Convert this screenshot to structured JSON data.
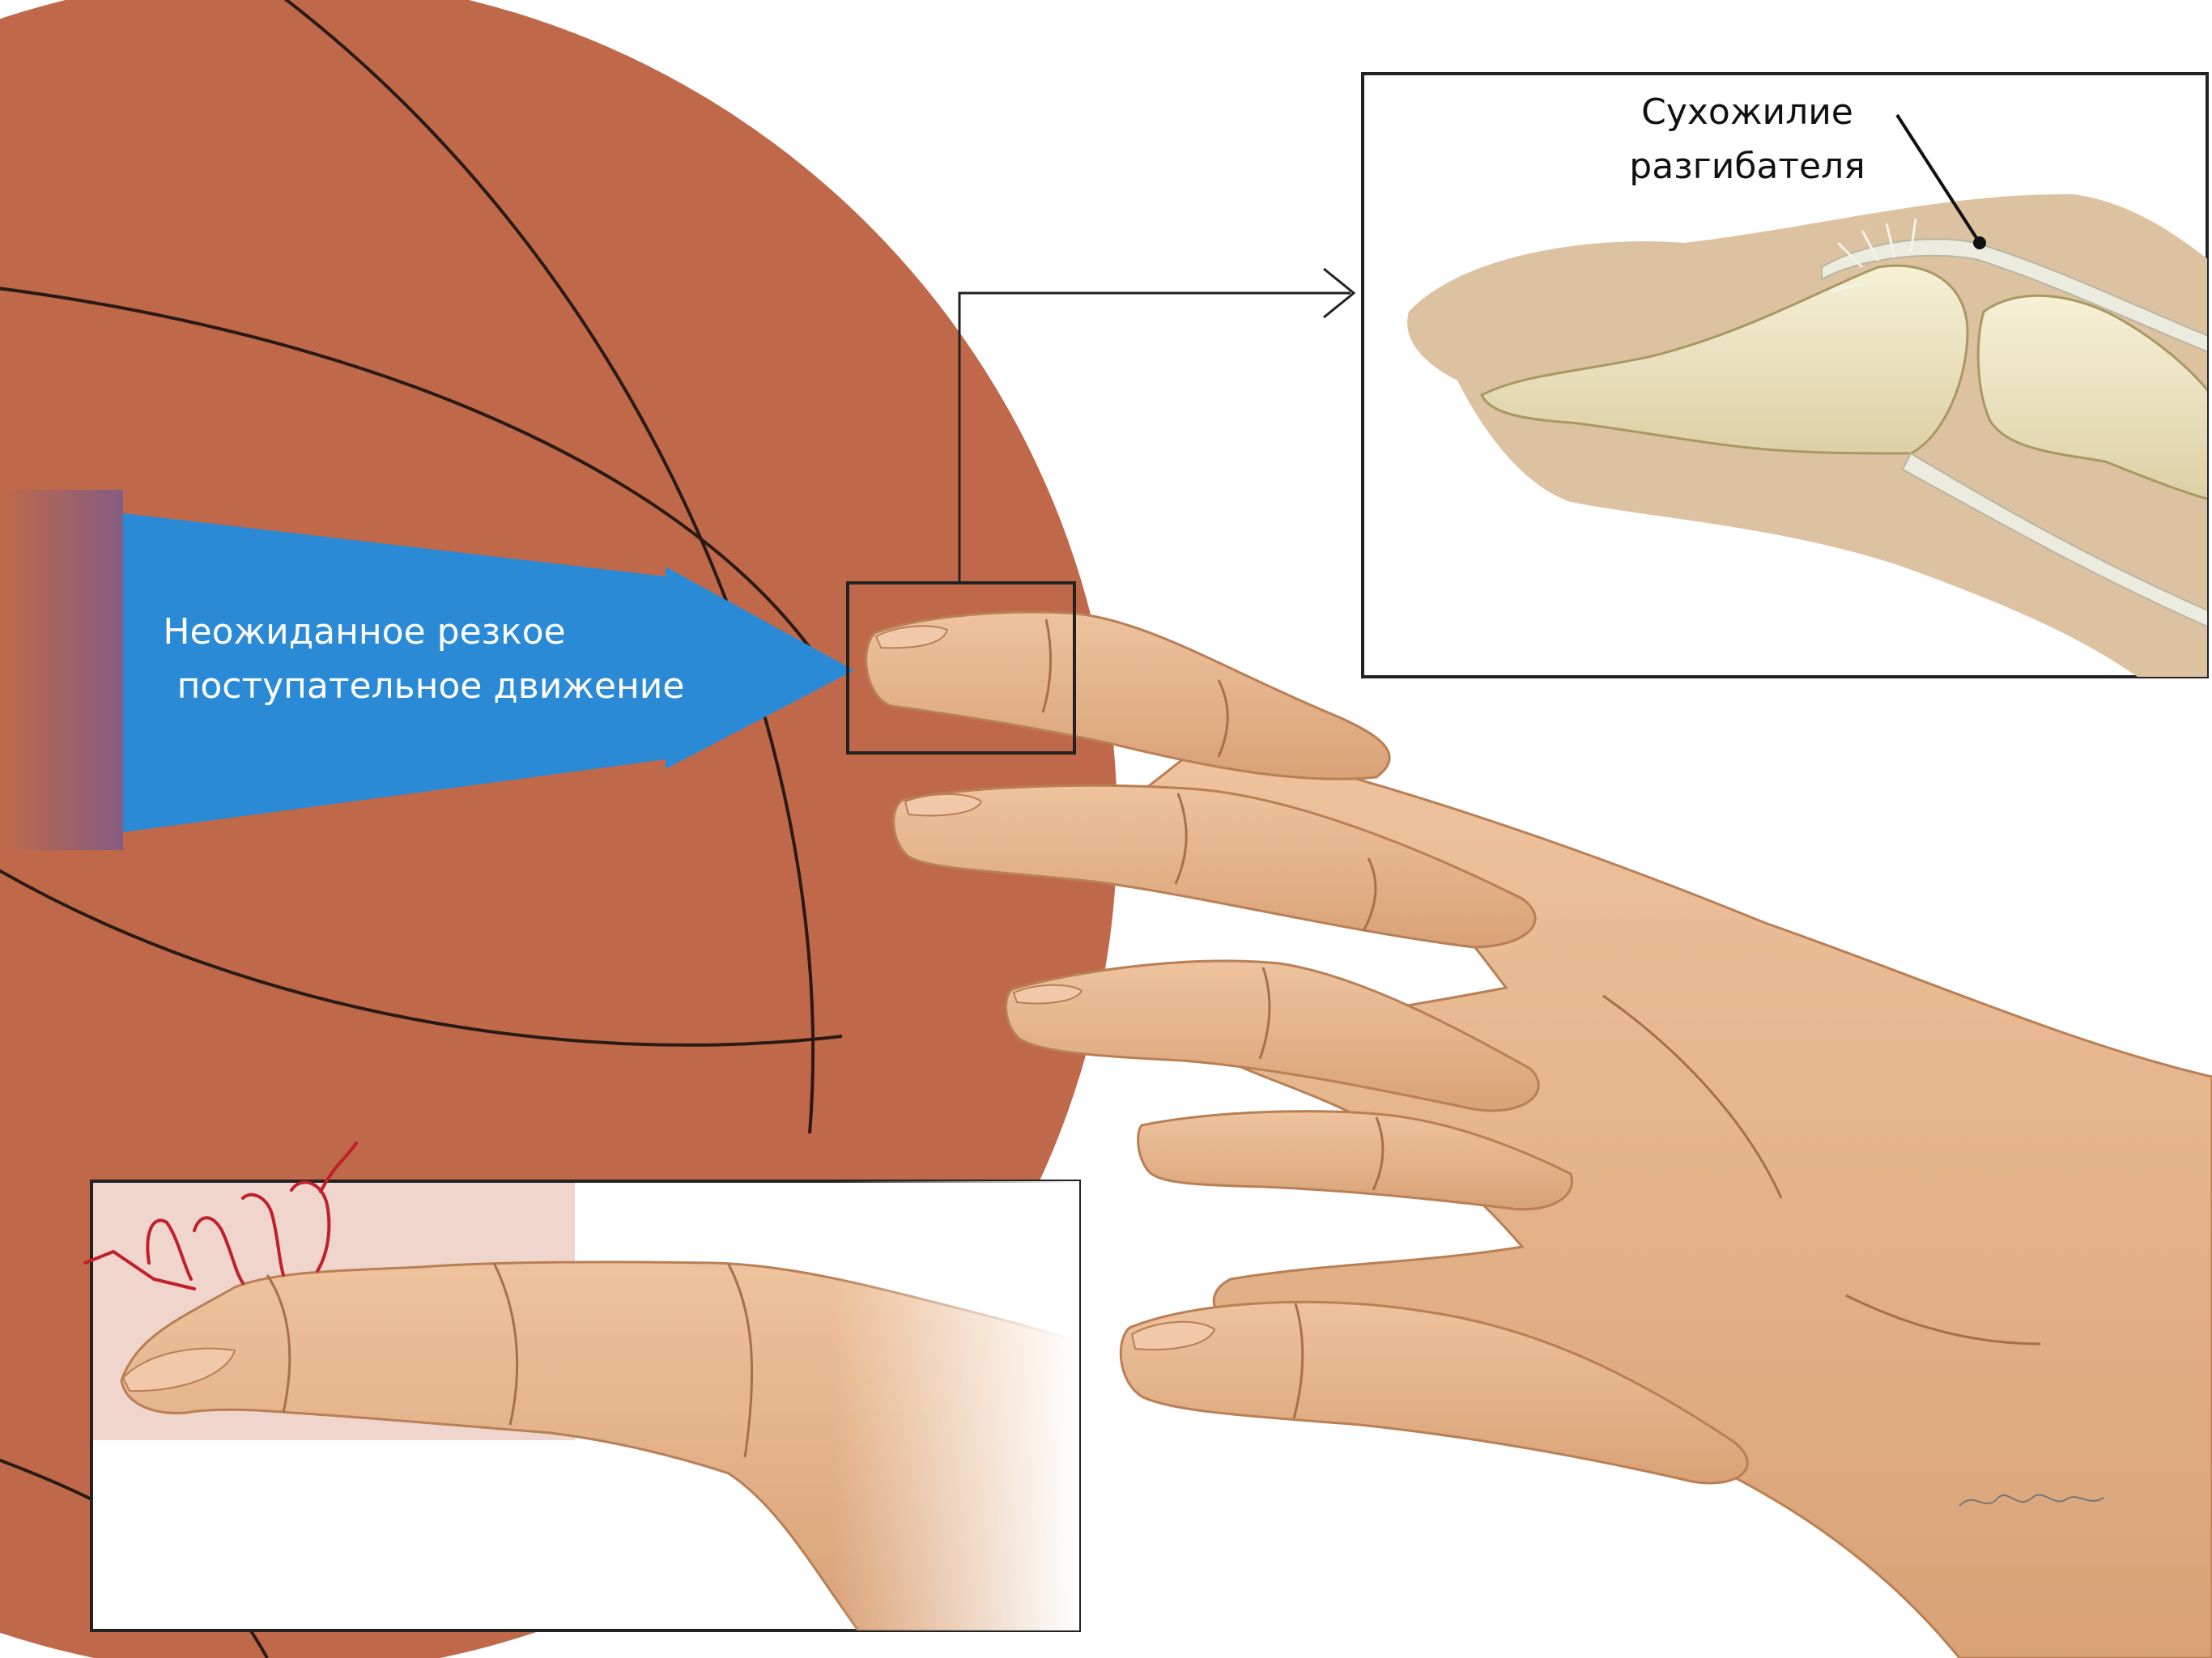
{
  "arrow_label": {
    "line1": "Неожиданное резкое",
    "line2": "поступательное движение"
  },
  "inset_label": {
    "line1": "Сухожилие",
    "line2": "разгибателя"
  },
  "colors": {
    "ball": "#c0694a",
    "ball_seam": "#2a1a14",
    "arrow": "#2b8ad6",
    "arrow_text": "#ffffff",
    "skin": "#e7b890",
    "skin_shadow": "#c98e63",
    "nail": "#f1c9aa",
    "bone": "#efe6c4",
    "tendon": "#ecebe0",
    "inset_bg": "#dcc2a0",
    "pain_marks": "#c0202a",
    "frame": "#222222"
  },
  "icons": {
    "ball": "basketball-icon",
    "impact_arrow": "arrow-right-icon",
    "hand": "hand-illustration",
    "pain": "pain-burst-icon",
    "signature": "artist-signature"
  }
}
